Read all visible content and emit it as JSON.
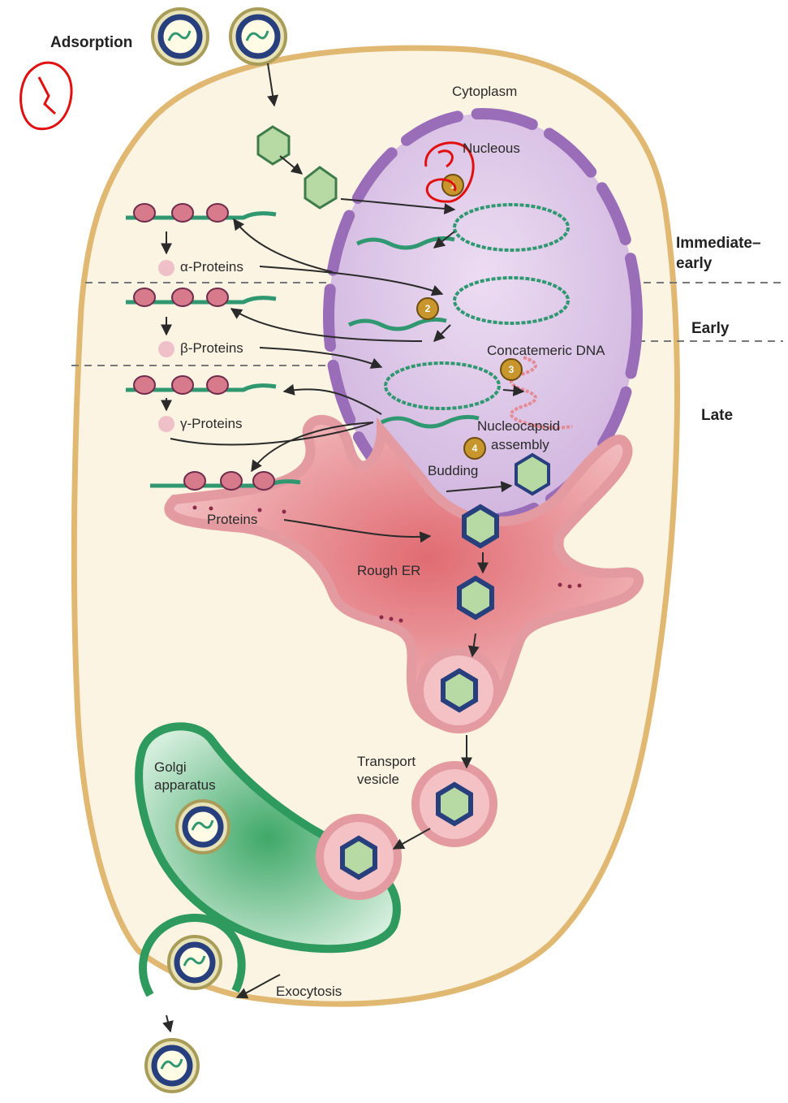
{
  "labels": {
    "adsorption": "Adsorption",
    "cytoplasm": "Cytoplasm",
    "nucleus": "Nucleous",
    "alpha_proteins": "α-Proteins",
    "beta_proteins": "β-Proteins",
    "gamma_proteins": "γ-Proteins",
    "proteins": "Proteins",
    "concatemeric_dna": "Concatemeric DNA",
    "nucleocapsid_1": "Nucleocapsid",
    "nucleocapsid_2": "assembly",
    "budding": "Budding",
    "rough_er": "Rough ER",
    "golgi_1": "Golgi",
    "golgi_2": "apparatus",
    "transport_1": "Transport",
    "transport_2": "vesicle",
    "exocytosis": "Exocytosis"
  },
  "phases": {
    "immediate_early_1": "Immediate–",
    "immediate_early_2": "early",
    "early": "Early",
    "late": "Late"
  },
  "steps": [
    "1",
    "2",
    "3",
    "4"
  ],
  "colors": {
    "cell_fill": "#fbf4e2",
    "cell_border": "#e1b872",
    "nucleus_fill": "#e2cdea",
    "nuclear_membrane": "#9a6db8",
    "er_fill": "#eca9ad",
    "golgi_fill": "#4fb27a",
    "capsid": "#273f7d",
    "dna": "#2f9870",
    "step_badge": "#c8962c",
    "annotation": "#e01010"
  }
}
